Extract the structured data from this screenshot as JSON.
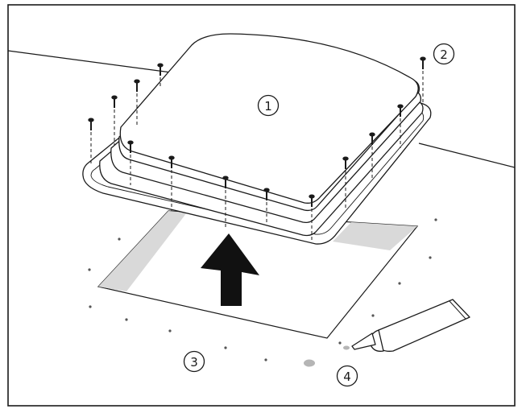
{
  "callouts": {
    "c1": "1",
    "c2": "2",
    "c3": "3",
    "c4": "4"
  },
  "colors": {
    "line": "#1a1a1a",
    "gap": "#d9d9d9",
    "glue": "#b5b5b5",
    "arrow": "#111111"
  },
  "parts": [
    {
      "id": "c1",
      "depicts": "roof-vent-cover"
    },
    {
      "id": "c2",
      "depicts": "mounting-screws"
    },
    {
      "id": "c3",
      "depicts": "roof-cutout-opening"
    },
    {
      "id": "c4",
      "depicts": "sealant-tube"
    }
  ]
}
